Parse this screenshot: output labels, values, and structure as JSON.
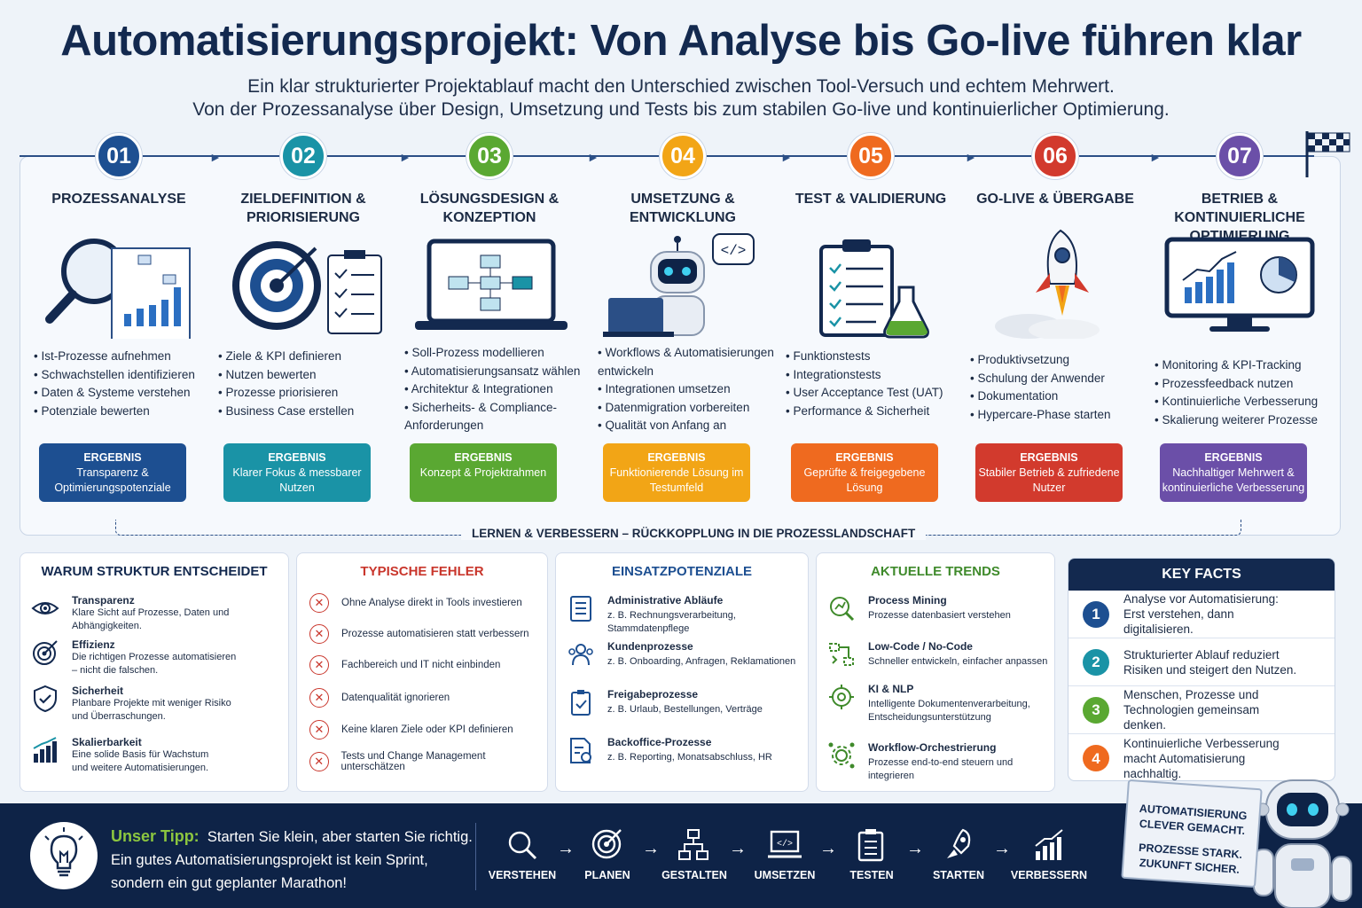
{
  "header": {
    "title": "Automatisierungsprojekt: Von Analyse bis Go-live führen klar",
    "subtitle_line1": "Ein klar strukturierter Projektablauf macht den Unterschied zwischen Tool-Versuch und echtem Mehrwert.",
    "subtitle_line2": "Von der Prozessanalyse über Design, Umsetzung und Tests bis zum stabilen Go-live und kontinuierlicher Optimierung."
  },
  "steps": [
    {
      "num": "01",
      "title": "PROZESSANALYSE",
      "color": "#1d4f91",
      "icon": "magnifier-analysis-icon",
      "bullets": [
        "Ist-Prozesse aufnehmen",
        "Schwachstellen identifizieren",
        "Daten & Systeme verstehen",
        "Potenziale bewerten"
      ],
      "result_label": "ERGEBNIS",
      "result_text": "Transparenz & Optimierungspotenziale"
    },
    {
      "num": "02",
      "title": "ZIELDEFINITION & PRIORISIERUNG",
      "color": "#1a93a6",
      "icon": "target-checklist-icon",
      "bullets": [
        "Ziele & KPI definieren",
        "Nutzen bewerten",
        "Prozesse priorisieren",
        "Business Case erstellen"
      ],
      "result_label": "ERGEBNIS",
      "result_text": "Klarer Fokus & messbarer Nutzen"
    },
    {
      "num": "03",
      "title": "LÖSUNGSDESIGN & KONZEPTION",
      "color": "#5aa832",
      "icon": "laptop-flowchart-icon",
      "bullets": [
        "Soll-Prozess modellieren",
        "Automatisierungsansatz wählen",
        "Architektur & Integrationen",
        "Sicherheits- & Compliance-Anforderungen"
      ],
      "result_label": "ERGEBNIS",
      "result_text": "Konzept & Projektrahmen"
    },
    {
      "num": "04",
      "title": "UMSETZUNG & ENTWICKLUNG",
      "color": "#f2a516",
      "icon": "robot-laptop-icon",
      "bullets": [
        "Workflows & Automatisierungen entwickeln",
        "Integrationen umsetzen",
        "Datenmigration vorbereiten",
        "Qualität von Anfang an"
      ],
      "result_label": "ERGEBNIS",
      "result_text": "Funktionierende Lösung im Testumfeld"
    },
    {
      "num": "05",
      "title": "TEST & VALIDIERUNG",
      "color": "#ef6a1f",
      "icon": "clipboard-flask-icon",
      "bullets": [
        "Funktionstests",
        "Integrationstests",
        "User Acceptance Test (UAT)",
        "Performance & Sicherheit"
      ],
      "result_label": "ERGEBNIS",
      "result_text": "Geprüfte & freigegebene Lösung"
    },
    {
      "num": "06",
      "title": "GO-LIVE & ÜBERGABE",
      "color": "#d23a2d",
      "icon": "rocket-icon",
      "bullets": [
        "Produktivsetzung",
        "Schulung der Anwender",
        "Dokumentation",
        "Hypercare-Phase starten"
      ],
      "result_label": "ERGEBNIS",
      "result_text": "Stabiler Betrieb & zufriedene Nutzer"
    },
    {
      "num": "07",
      "title": "BETRIEB & KONTINUIERLICHE OPTIMIERUNG",
      "color": "#6b4fa8",
      "icon": "monitor-dashboard-icon",
      "bullets": [
        "Monitoring & KPI-Tracking",
        "Prozessfeedback nutzen",
        "Kontinuierliche Verbesserung",
        "Skalierung weiterer Prozesse"
      ],
      "result_label": "ERGEBNIS",
      "result_text": "Nachhaltiger Mehrwert & kontinuierliche Verbesserung"
    }
  ],
  "loop_label": "LERNEN & VERBESSERN – RÜCKKOPPLUNG IN DIE PROZESSLANDSCHAFT",
  "warum": {
    "title": "WARUM STRUKTUR ENTSCHEIDET",
    "items": [
      {
        "icon": "eye-icon",
        "title": "Transparenz",
        "text": "Klare Sicht auf Prozesse, Daten und Abhängigkeiten."
      },
      {
        "icon": "target-icon",
        "title": "Effizienz",
        "text": "Die richtigen Prozesse automatisieren – nicht die falschen."
      },
      {
        "icon": "shield-icon",
        "title": "Sicherheit",
        "text": "Planbare Projekte mit weniger Risiko und Überraschungen."
      },
      {
        "icon": "bar-chart-icon",
        "title": "Skalierbarkeit",
        "text": "Eine solide Basis für Wachstum und weitere Automatisierungen."
      }
    ]
  },
  "fehler": {
    "title": "TYPISCHE FEHLER",
    "items": [
      "Ohne Analyse direkt in Tools investieren",
      "Prozesse automatisieren statt verbessern",
      "Fachbereich und IT nicht einbinden",
      "Datenqualität ignorieren",
      "Keine klaren Ziele oder KPI definieren",
      "Tests und Change Management unterschätzen"
    ]
  },
  "einsatz": {
    "title": "EINSATZPOTENZIALE",
    "items": [
      {
        "icon": "document-list-icon",
        "title": "Administrative Abläufe",
        "text": "z. B. Rechnungsverarbeitung, Stammdatenpflege"
      },
      {
        "icon": "people-icon",
        "title": "Kundenprozesse",
        "text": "z. B. Onboarding, Anfragen, Reklamationen"
      },
      {
        "icon": "approval-clipboard-icon",
        "title": "Freigabeprozesse",
        "text": "z. B. Urlaub, Bestellungen, Verträge"
      },
      {
        "icon": "report-document-icon",
        "title": "Backoffice-Prozesse",
        "text": "z. B. Reporting, Monatsabschluss, HR"
      }
    ]
  },
  "trends": {
    "title": "AKTUELLE TRENDS",
    "items": [
      {
        "icon": "process-mining-icon",
        "title": "Process Mining",
        "text": "Prozesse datenbasiert verstehen"
      },
      {
        "icon": "low-code-icon",
        "title": "Low-Code / No-Code",
        "text": "Schneller entwickeln, einfacher anpassen"
      },
      {
        "icon": "ai-chip-icon",
        "title": "KI & NLP",
        "text": "Intelligente Dokumentenverarbeitung, Entscheidungsunterstützung"
      },
      {
        "icon": "gear-network-icon",
        "title": "Workflow-Orchestrierung",
        "text": "Prozesse end-to-end steuern und integrieren"
      }
    ]
  },
  "key_facts": {
    "title": "KEY FACTS",
    "items": [
      {
        "num": "1",
        "color": "#1d4f91",
        "text": "Analyse vor Automatisierung: Erst verstehen, dann digitalisieren."
      },
      {
        "num": "2",
        "color": "#1a93a6",
        "text": "Strukturierter Ablauf reduziert Risiken und steigert den Nutzen."
      },
      {
        "num": "3",
        "color": "#5aa832",
        "text": "Menschen, Prozesse und Technologien gemeinsam denken."
      },
      {
        "num": "4",
        "color": "#ef6a1f",
        "text": "Kontinuierliche Verbesserung macht Automatisierung nachhaltig."
      }
    ]
  },
  "footer": {
    "tip_label": "Unser Tipp:",
    "tip_line1": "Starten Sie klein, aber starten Sie richtig.",
    "tip_line2": "Ein gutes Automatisierungsprojekt ist kein Sprint,",
    "tip_line3": "sondern ein gut geplanter Marathon!",
    "steps": [
      "VERSTEHEN",
      "PLANEN",
      "GESTALTEN",
      "UMSETZEN",
      "TESTEN",
      "STARTEN",
      "VERBESSERN"
    ],
    "sign_line1": "AUTOMATISIERUNG",
    "sign_line2": "CLEVER GEMACHT.",
    "sign_line3": "PROZESSE STARK.",
    "sign_line4": "ZUKUNFT SICHER."
  },
  "colors": {
    "navy": "#13294f",
    "accent_blue": "#2b4f86"
  }
}
